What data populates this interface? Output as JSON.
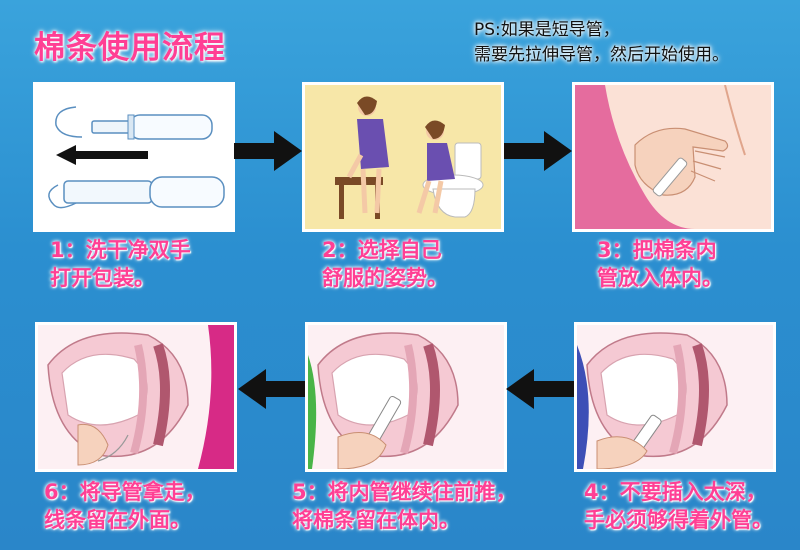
{
  "title": "棉条使用流程",
  "ps": {
    "line1": "PS:如果是短导管，",
    "line2": "需要先拉伸导管，然后开始使用。"
  },
  "steps": [
    {
      "line1": "1：洗干净双手",
      "line2": "打开包装。"
    },
    {
      "line1": "2：选择自己",
      "line2": "舒服的姿势。"
    },
    {
      "line1": "3：把棉条内",
      "line2": "管放入体内。"
    },
    {
      "line1": "4：不要插入太深，",
      "line2": "手必须够得着外管。"
    },
    {
      "line1": "5：将内管继续往前推，",
      "line2": "将棉条留在体内。"
    },
    {
      "line1": "6：将导管拿走，",
      "line2": "线条留在外面。"
    }
  ],
  "colors": {
    "background": "#2b8fd0",
    "accent": "#ff3f94",
    "arrow": "#111111"
  }
}
